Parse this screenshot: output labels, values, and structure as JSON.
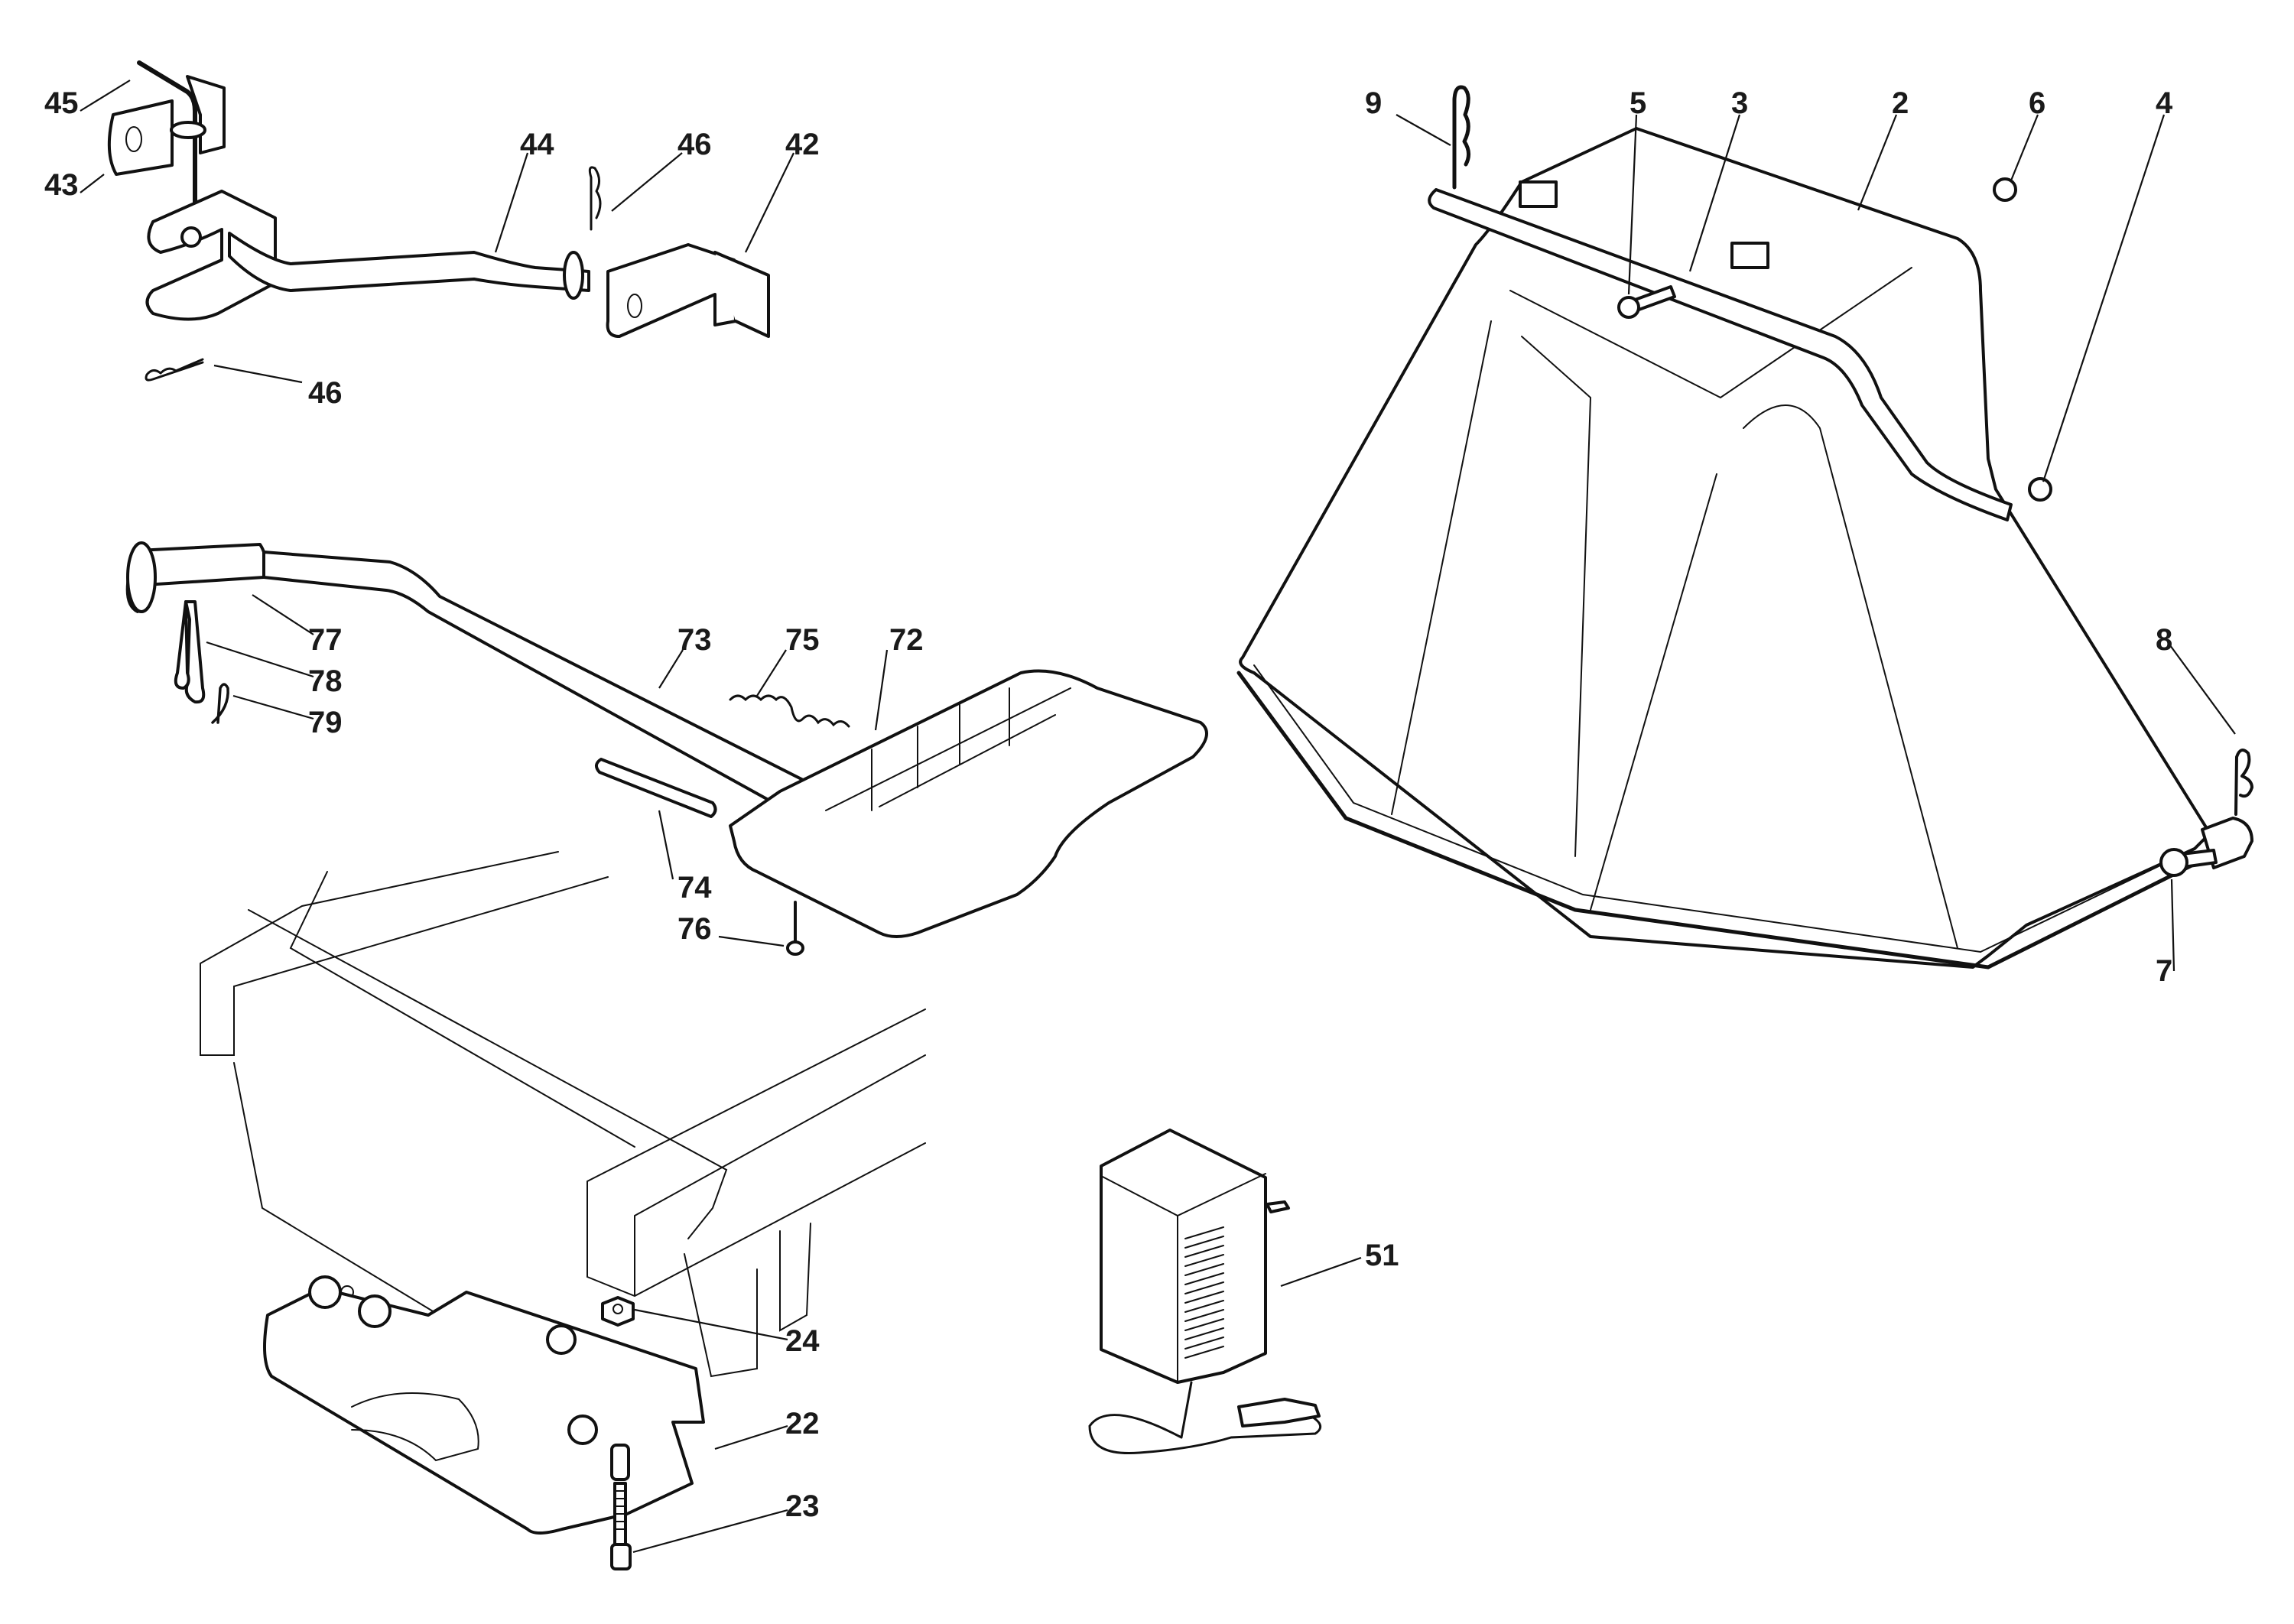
{
  "diagram": {
    "type": "exploded-parts-diagram",
    "line_color": "#111111",
    "background": "#ffffff",
    "groups": [
      {
        "id": "rear-hitch",
        "callouts": [
          {
            "ref": "45",
            "part": "pin"
          },
          {
            "ref": "43",
            "part": "hitch plate"
          },
          {
            "ref": "44",
            "part": "hitch rod"
          },
          {
            "ref": "46",
            "part": "split pin (upper)"
          },
          {
            "ref": "42",
            "part": "angle bracket"
          },
          {
            "ref": "46",
            "part": "split pin (lower)"
          }
        ]
      },
      {
        "id": "grass-catcher-frame",
        "callouts": [
          {
            "ref": "9",
            "part": "R-clip"
          },
          {
            "ref": "5",
            "part": "bolt"
          },
          {
            "ref": "3",
            "part": "rear rod"
          },
          {
            "ref": "2",
            "part": "catcher frame"
          },
          {
            "ref": "6",
            "part": "nut"
          },
          {
            "ref": "4",
            "part": "end cap"
          },
          {
            "ref": "8",
            "part": "R-clip"
          },
          {
            "ref": "7",
            "part": "hinge pin"
          }
        ]
      },
      {
        "id": "emptying-lever",
        "callouts": [
          {
            "ref": "77",
            "part": "grip"
          },
          {
            "ref": "78",
            "part": "clip"
          },
          {
            "ref": "79",
            "part": "hook"
          },
          {
            "ref": "73",
            "part": "lever"
          },
          {
            "ref": "75",
            "part": "spring"
          },
          {
            "ref": "72",
            "part": "lever bracket"
          },
          {
            "ref": "74",
            "part": "pin"
          },
          {
            "ref": "76",
            "part": "screw"
          }
        ]
      },
      {
        "id": "battery-charger",
        "callouts": [
          {
            "ref": "51",
            "part": "battery charger"
          }
        ]
      },
      {
        "id": "ballast-weight",
        "callouts": [
          {
            "ref": "24",
            "part": "nut"
          },
          {
            "ref": "22",
            "part": "weight"
          },
          {
            "ref": "23",
            "part": "bolt"
          }
        ]
      }
    ]
  }
}
